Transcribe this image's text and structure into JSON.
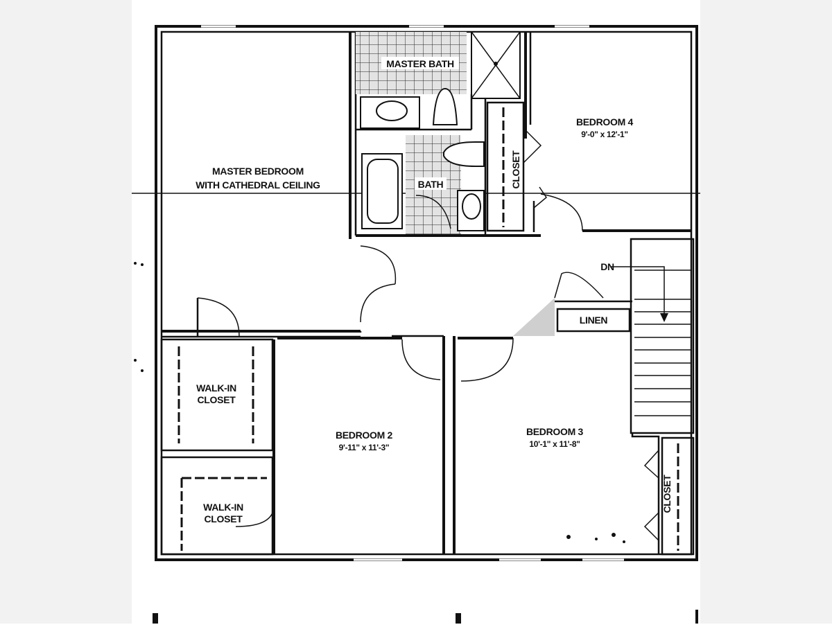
{
  "colors": {
    "background": "#ffffff",
    "side_margin": "#f2f2f2",
    "ink": "#111111",
    "tile_fill": "#e3e3e3",
    "shade_fill": "#cfcfcf"
  },
  "rooms": {
    "master_bedroom": {
      "line1": "MASTER BEDROOM",
      "line2": "WITH CATHEDRAL CEILING"
    },
    "master_bath": {
      "label": "MASTER BATH"
    },
    "bath": {
      "label": "BATH"
    },
    "closet_hall": {
      "label": "CLOSET"
    },
    "bedroom4": {
      "label": "BEDROOM 4",
      "size": "9'-0\" x 12'-1\""
    },
    "stairs": {
      "label": "DN"
    },
    "linen": {
      "label": "LINEN"
    },
    "walkin_closet_1": {
      "line1": "WALK-IN",
      "line2": "CLOSET"
    },
    "walkin_closet_2": {
      "line1": "WALK-IN",
      "line2": "CLOSET"
    },
    "bedroom2": {
      "label": "BEDROOM 2",
      "size": "9'-11\" x 11'-3\""
    },
    "bedroom3": {
      "label": "BEDROOM 3",
      "size": "10'-1\" x 11'-8\""
    },
    "closet_bedroom3": {
      "label": "CLOSET"
    }
  }
}
